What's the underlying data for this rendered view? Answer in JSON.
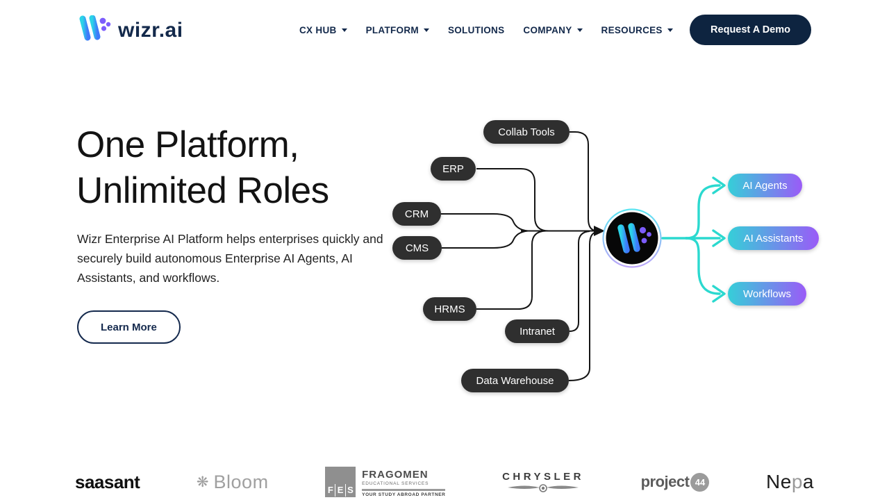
{
  "header": {
    "logo_text": "wizr.ai",
    "nav": [
      {
        "label": "CX HUB"
      },
      {
        "label": "PLATFORM"
      },
      {
        "label": "SOLUTIONS"
      },
      {
        "label": "COMPANY"
      },
      {
        "label": "RESOURCES"
      }
    ],
    "cta_label": "Request A Demo"
  },
  "hero": {
    "title_line1": "One Platform,",
    "title_line2": "Unlimited Roles",
    "description": "Wizr Enterprise AI Platform helps enterprises quickly and securely build autonomous Enterprise AI Agents, AI Assistants, and workflows.",
    "cta_label": "Learn More"
  },
  "diagram": {
    "sources": [
      "Collab Tools",
      "ERP",
      "CRM",
      "CMS",
      "HRMS",
      "Intranet",
      "Data Warehouse"
    ],
    "outputs": [
      "AI Agents",
      "AI Assistants",
      "Workflows"
    ],
    "colors": {
      "source_pill_bg": "#2f2f2f",
      "output_gradient_start": "#35cfd8",
      "output_gradient_end": "#9a5bf7",
      "connector_dark": "#141414",
      "connector_cyan": "#2bd9cf",
      "navy": "#13294b"
    }
  },
  "logos": {
    "saasant": "saasant",
    "bloom": {
      "icon": "❋",
      "text": "Bloom"
    },
    "fragomen": {
      "f": "F",
      "e": "E",
      "s": "S",
      "name": "FRAGOMEN",
      "sub": "EDUCATIONAL SERVICES",
      "tagline": "YOUR STUDY ABROAD PARTNER"
    },
    "chrysler": "CHRYSLER",
    "project44": {
      "text": "project",
      "badge": "44"
    },
    "nepa": {
      "part1": "Ne",
      "part2": "p",
      "part3": "a"
    }
  }
}
